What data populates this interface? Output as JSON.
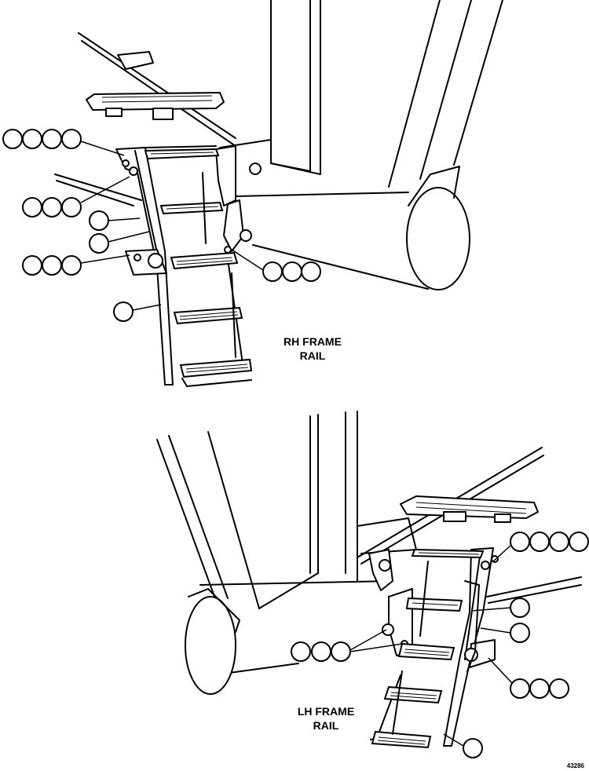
{
  "labels": {
    "rh_line1": "RH FRAME",
    "rh_line2": "RAIL",
    "lh_line1": "LH FRAME",
    "lh_line2": "RAIL",
    "figure_number": "43286"
  }
}
